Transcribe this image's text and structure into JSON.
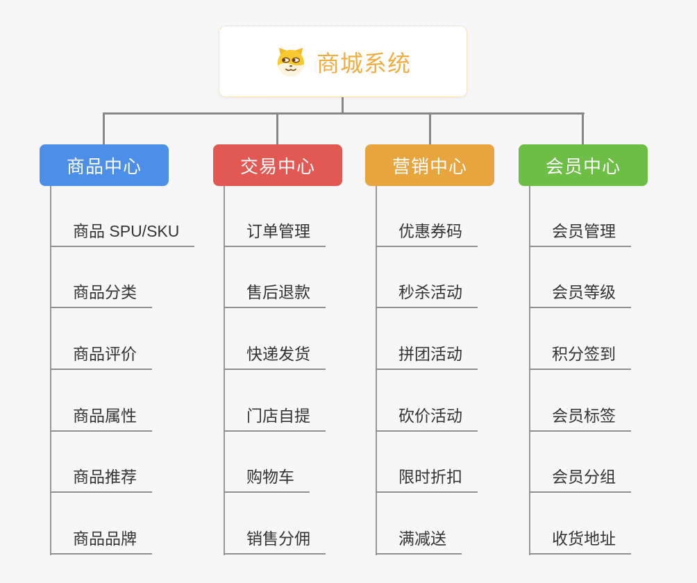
{
  "root": {
    "title": "商城系统",
    "icon": "doge-icon"
  },
  "branches": [
    {
      "label": "商品中心",
      "color": "#4B8FE8",
      "items": [
        "商品 SPU/SKU",
        "商品分类",
        "商品评价",
        "商品属性",
        "商品推荐",
        "商品品牌"
      ]
    },
    {
      "label": "交易中心",
      "color": "#E25852",
      "items": [
        "订单管理",
        "售后退款",
        "快递发货",
        "门店自提",
        "购物车",
        "销售分佣"
      ]
    },
    {
      "label": "营销中心",
      "color": "#E8A53E",
      "items": [
        "优惠券码",
        "秒杀活动",
        "拼团活动",
        "砍价活动",
        "限时折扣",
        "满减送"
      ]
    },
    {
      "label": "会员中心",
      "color": "#6DBE45",
      "items": [
        "会员管理",
        "会员等级",
        "积分签到",
        "会员标签",
        "会员分组",
        "收货地址"
      ]
    }
  ],
  "palette": {
    "background": "#f7f7f7",
    "connector_line": "#878787",
    "branch_line": "#979797",
    "item_underline": "#8f8f8f",
    "item_text": "#333333",
    "root_accent": "#EDAE44",
    "root_border": "#F2C982",
    "root_background": "#ffffff"
  }
}
